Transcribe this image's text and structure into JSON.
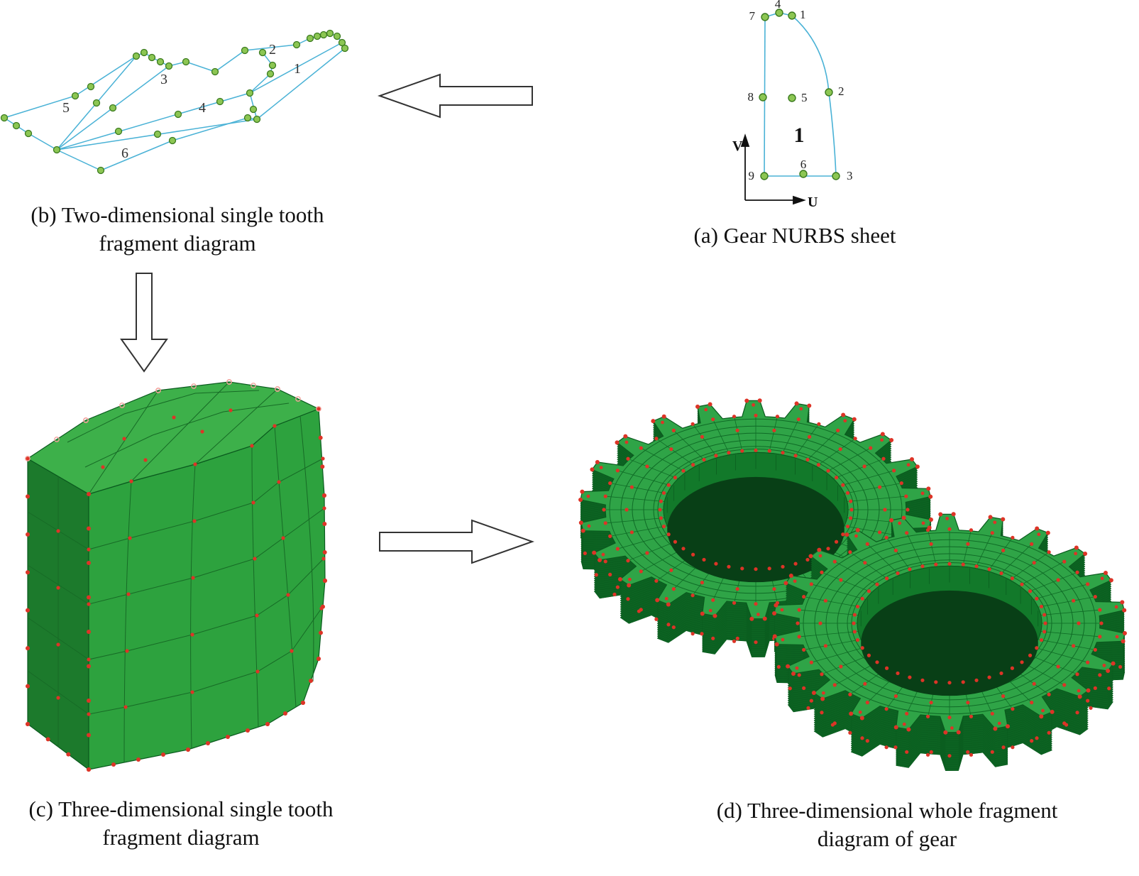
{
  "figure": {
    "background": "#ffffff",
    "colors": {
      "mesh_line": "#4ab2d6",
      "node_fill": "#8cc653",
      "node_stroke": "#3a7a1e",
      "gear_face": "#2fa447",
      "gear_side": "#0c6322",
      "gear_line": "#0f6b26",
      "gear_outline": "#0a5a1e",
      "hole_wall": "#12792a",
      "hole_deep": "#083f16",
      "control_red": "#dd3427",
      "control_pink": "#f2a09a",
      "arrow_stroke": "#333333"
    },
    "gear_teeth": 22
  },
  "panel_a": {
    "caption": "(a)  Gear NURBS sheet",
    "axis_u": "U",
    "axis_v": "V",
    "patch_label": "1",
    "point_labels": [
      "7",
      "4",
      "1",
      "8",
      "5",
      "2",
      "9",
      "6",
      "3"
    ]
  },
  "panel_b": {
    "caption_line1": "(b) Two-dimensional single tooth",
    "caption_line2": "fragment diagram",
    "regions": [
      "1",
      "2",
      "3",
      "4",
      "5",
      "6"
    ]
  },
  "panel_c": {
    "caption_line1": "(c) Three-dimensional single tooth",
    "caption_line2": "fragment diagram"
  },
  "panel_d": {
    "caption_line1": "(d) Three-dimensional whole fragment",
    "caption_line2": "diagram of gear"
  }
}
